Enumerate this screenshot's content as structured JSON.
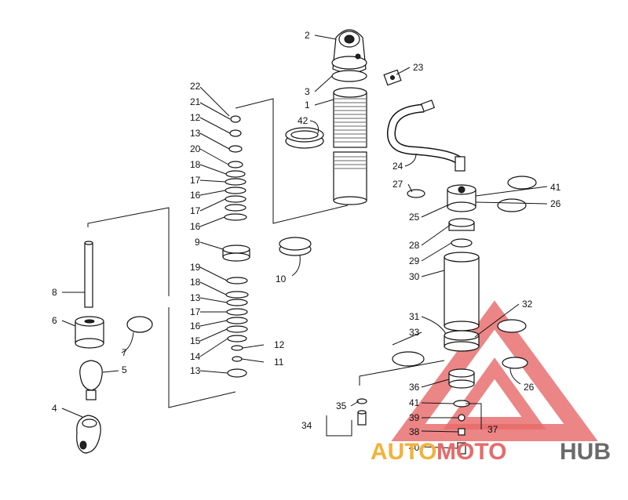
{
  "labels": {
    "l1": "1",
    "l2": "2",
    "l3": "3",
    "l4": "4",
    "l5": "5",
    "l6": "6",
    "l7": "7",
    "l8": "8",
    "l9": "9",
    "l10": "10",
    "l11": "11",
    "l12a": "12",
    "l12b": "12",
    "l13a": "13",
    "l13b": "13",
    "l13c": "13",
    "l14": "14",
    "l15": "15",
    "l16a": "16",
    "l16b": "16",
    "l16c": "16",
    "l17a": "17",
    "l17b": "17",
    "l17c": "17",
    "l18a": "18",
    "l18b": "18",
    "l19": "19",
    "l20": "20",
    "l21": "21",
    "l22": "22",
    "l23": "23",
    "l24": "24",
    "l25": "25",
    "l26a": "26",
    "l26b": "26",
    "l27": "27",
    "l28": "28",
    "l29": "29",
    "l30": "30",
    "l31": "31",
    "l32": "32",
    "l33": "33",
    "l34": "34",
    "l35": "35",
    "l36": "36",
    "l37": "37",
    "l38": "38",
    "l39": "39",
    "l40": "40",
    "l41a": "41",
    "l41b": "41",
    "l42": "42"
  },
  "watermark": {
    "part1": "AUTO",
    "part2": "MOTO",
    "part3": "HUB",
    "colors": {
      "orange": "#f2b23a",
      "red": "#e86a6a",
      "gray": "#6a6a6a"
    }
  }
}
